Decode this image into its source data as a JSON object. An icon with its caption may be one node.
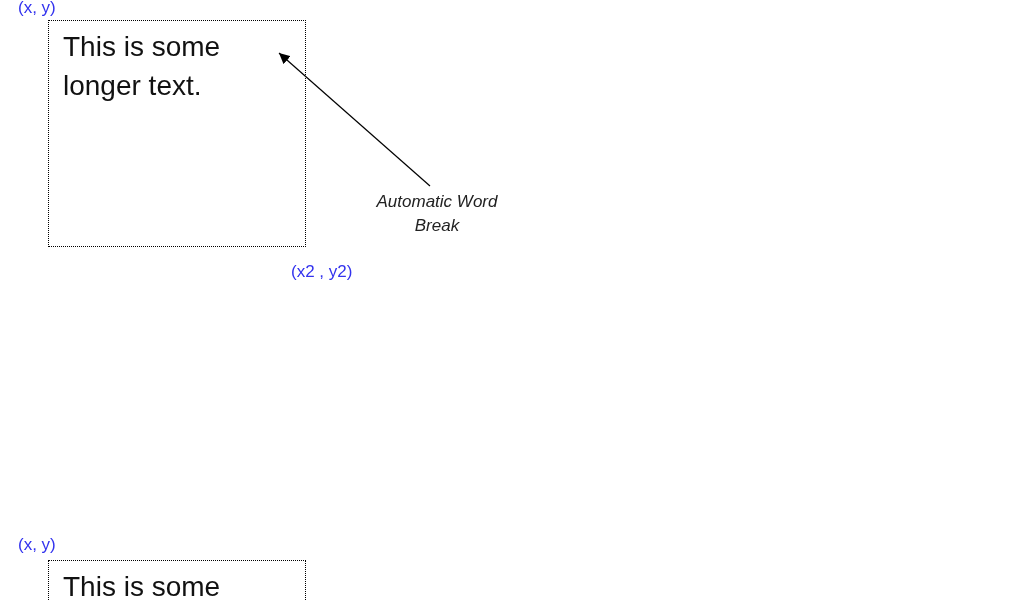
{
  "diagram": {
    "nodes": [
      {
        "text": [
          "This is some longer text."
        ]
      },
      {
        "text": [
          "Automatic Word Break"
        ]
      },
      {
        "text": [
          "This is some"
        ]
      }
    ],
    "edges": [
      {
        "from": 1,
        "to": 0,
        "arrow": "to"
      }
    ],
    "labels": [
      "(x, y)",
      "(x2 , y2)",
      "(x, y)"
    ]
  }
}
